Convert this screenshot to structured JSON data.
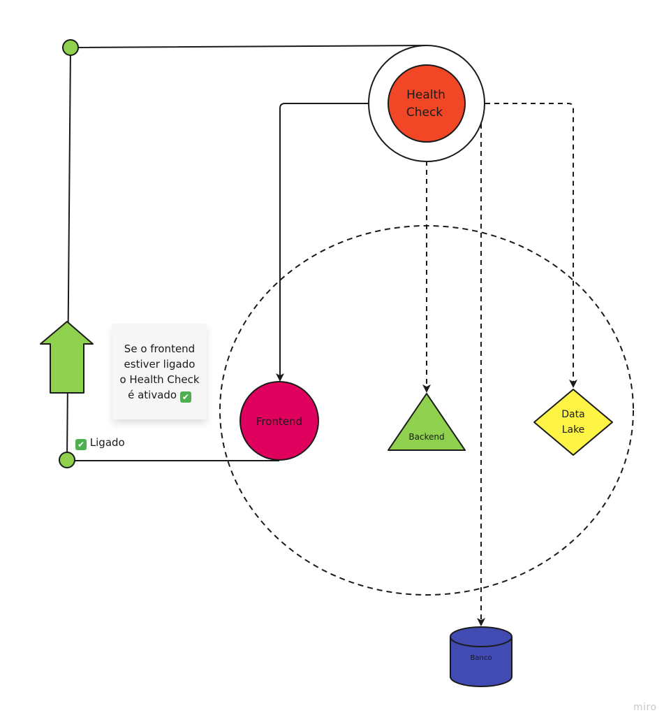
{
  "nodes": {
    "health_check": {
      "label_line1": "Health",
      "label_line2": "Check",
      "color": "#f24726"
    },
    "frontend": {
      "label": "Frontend",
      "color": "#e0015e"
    },
    "backend": {
      "label": "Backend",
      "color": "#8fd14f"
    },
    "data_lake": {
      "label_line1": "Data",
      "label_line2": "Lake",
      "color": "#fef445"
    },
    "banco": {
      "label": "Banco",
      "color": "#414bb2"
    }
  },
  "sticky_note": {
    "line1": "Se o frontend",
    "line2": "estiver ligado",
    "line3": "o Health Check",
    "line4": "é ativado",
    "icon": "check-mark-icon"
  },
  "status": {
    "label": "Ligado",
    "icon": "check-mark-icon"
  },
  "arrow": {
    "color": "#8fd14f",
    "icon": "up-arrow"
  },
  "connector_dot_color": "#8fd14f",
  "watermark": "miro"
}
